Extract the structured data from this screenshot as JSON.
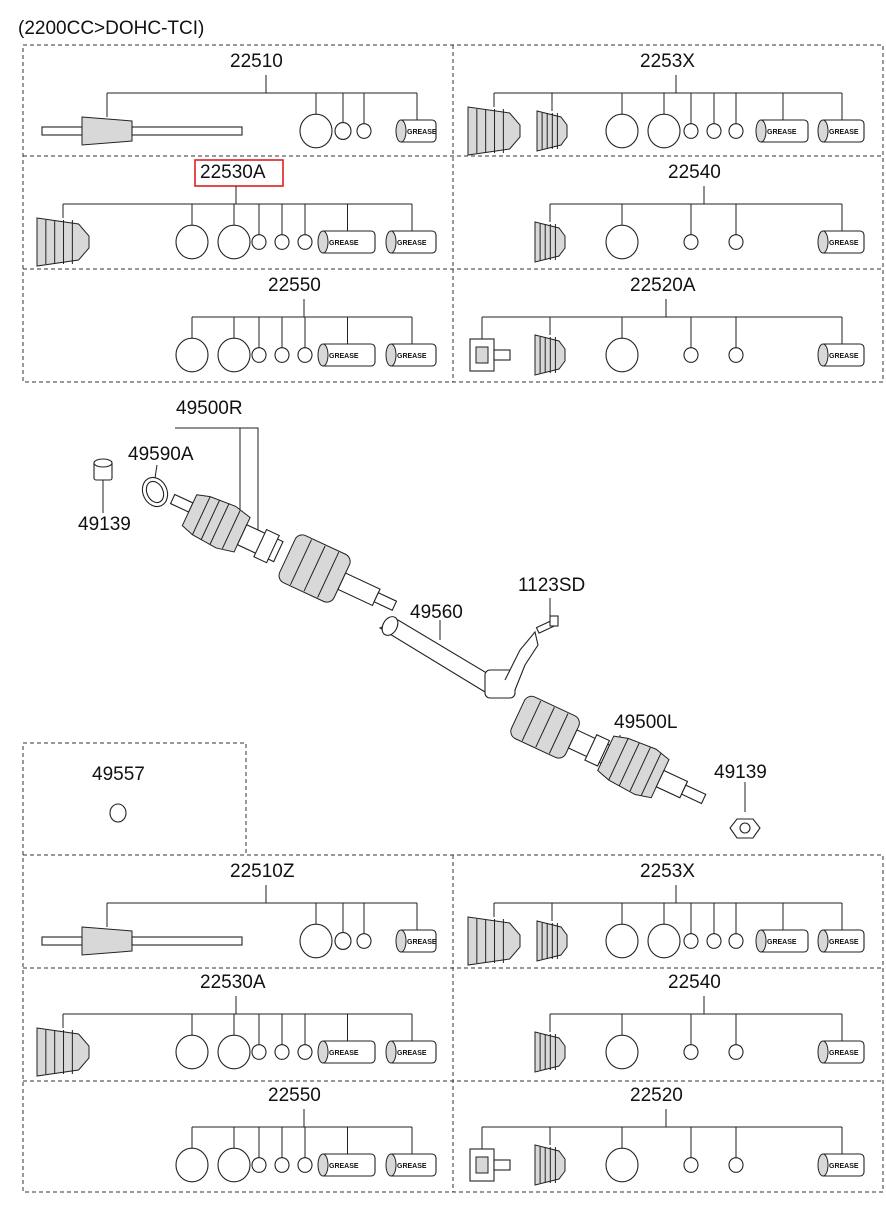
{
  "header": {
    "title": "(2200CC>DOHC-TCI)"
  },
  "grease_label": "GREASE",
  "highlight_color": "#e02020",
  "top_kits": [
    {
      "id": "22510",
      "label": "22510"
    },
    {
      "id": "2253X",
      "label": "2253X"
    },
    {
      "id": "22530A",
      "label": "22530A",
      "highlighted": true
    },
    {
      "id": "22540",
      "label": "22540"
    },
    {
      "id": "22550",
      "label": "22550"
    },
    {
      "id": "22520A",
      "label": "22520A"
    }
  ],
  "main_parts": [
    {
      "id": "49500R",
      "label": "49500R"
    },
    {
      "id": "49590A",
      "label": "49590A"
    },
    {
      "id": "49139-upper",
      "label": "49139"
    },
    {
      "id": "1123SD",
      "label": "1123SD"
    },
    {
      "id": "49560",
      "label": "49560"
    },
    {
      "id": "49500L",
      "label": "49500L"
    },
    {
      "id": "49139-lower",
      "label": "49139"
    },
    {
      "id": "49557",
      "label": "49557"
    }
  ],
  "bottom_kits": [
    {
      "id": "22510Z",
      "label": "22510Z"
    },
    {
      "id": "2253X",
      "label": "2253X"
    },
    {
      "id": "22530A",
      "label": "22530A"
    },
    {
      "id": "22540",
      "label": "22540"
    },
    {
      "id": "22550",
      "label": "22550"
    },
    {
      "id": "22520",
      "label": "22520"
    }
  ]
}
